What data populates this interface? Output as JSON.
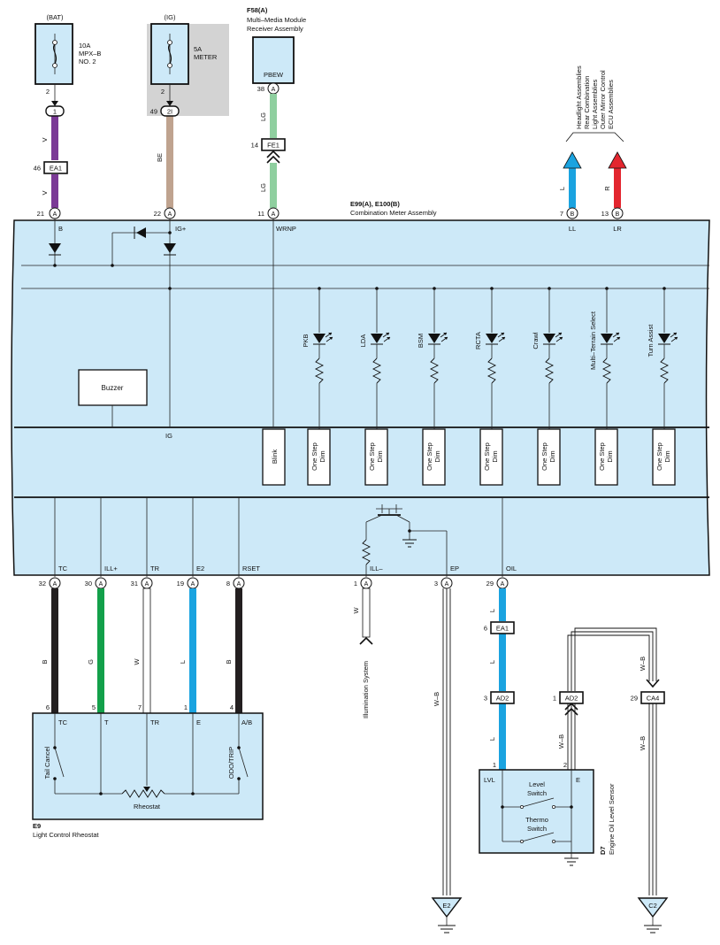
{
  "colors": {
    "module_bg": "#cde9f8",
    "fuse_bg": "#cde9f8",
    "ig_fuse_panel": "#d3d3d3",
    "wire_V": "#7b3a96",
    "wire_BE": "#bfa38f",
    "wire_LG": "#8fcf9f",
    "wire_L": "#1aa3e0",
    "wire_R": "#e3262f",
    "wire_G": "#13a04a",
    "wire_B": "#231f20"
  },
  "fuses": {
    "bat": {
      "source": "(BAT)",
      "line1": "10A",
      "line2": "MPX–B",
      "line3": "NO. 2",
      "pin": "2"
    },
    "ig": {
      "source": "(IG)",
      "line1": "5A",
      "line2": "METER",
      "pin": "2"
    }
  },
  "connectors": {
    "c1": "1",
    "c2I": "2I",
    "c2I_pin": "49",
    "ea1_top": "EA1",
    "ea1_top_pin": "46",
    "fe1": "FE1",
    "fe1_pin": "14",
    "ea1_low": "EA1",
    "ea1_low_pin": "6",
    "ad2_left": "AD2",
    "ad2_left_pin": "3",
    "ad2_right": "AD2",
    "ad2_right_pin": "1",
    "ca4": "CA4",
    "ca4_pin": "29"
  },
  "mmm": {
    "code": "F58(A)",
    "line1": "Multi–Media Module",
    "line2": "Receiver Assembly",
    "terminal": "PBEW",
    "pin": "38",
    "pin_letter": "A"
  },
  "meter": {
    "code": "E99(A), E100(B)",
    "name": "Combination Meter Assembly"
  },
  "top_pins": [
    {
      "num": "21",
      "letter": "A",
      "label": "B"
    },
    {
      "num": "22",
      "letter": "A",
      "label": "IG+"
    },
    {
      "num": "11",
      "letter": "A",
      "label": "WRNP"
    },
    {
      "num": "7",
      "letter": "B",
      "label": "LL"
    },
    {
      "num": "13",
      "letter": "B",
      "label": "LR"
    }
  ],
  "wire_labels": {
    "v": "V",
    "be": "BE",
    "lg": "LG",
    "l": "L",
    "r": "R",
    "b": "B",
    "g": "G",
    "w": "W",
    "wb": "W–B"
  },
  "headlight_targets": [
    "Headlight Assemblies",
    "Rear Combination",
    "Light Assemblies",
    "Outer Mirror Control",
    "ECU Assemblies"
  ],
  "leds": [
    "PKB",
    "LDA",
    "BSM",
    "RCTA",
    "Crawl",
    "Multi–Terrain Select",
    "Turn Assist"
  ],
  "buzzer": "Buzzer",
  "ig_label": "IG",
  "blink": "Blink",
  "dim_label_a": "One Step",
  "dim_label_b": "Dim",
  "bottom_pins": [
    {
      "num": "32",
      "letter": "A",
      "label": "TC"
    },
    {
      "num": "30",
      "letter": "A",
      "label": "ILL+"
    },
    {
      "num": "31",
      "letter": "A",
      "label": "TR"
    },
    {
      "num": "19",
      "letter": "A",
      "label": "E2"
    },
    {
      "num": "8",
      "letter": "A",
      "label": "RSET"
    },
    {
      "num": "1",
      "letter": "A",
      "label": "ILL–"
    },
    {
      "num": "3",
      "letter": "A",
      "label": "EP"
    },
    {
      "num": "29",
      "letter": "A",
      "label": "OIL"
    }
  ],
  "rheostat": {
    "code": "E9",
    "name": "Light Control Rheostat",
    "label": "Rheostat",
    "switch_left": "Tail Cancel",
    "switch_right": "ODO/TRIP",
    "pins": [
      {
        "num": "6",
        "label": "TC"
      },
      {
        "num": "5",
        "label": "T"
      },
      {
        "num": "7",
        "label": "TR"
      },
      {
        "num": "1",
        "label": "E"
      },
      {
        "num": "4",
        "label": "A/B"
      }
    ]
  },
  "illumination": "Illumination System",
  "sensor": {
    "code": "D7",
    "name": "Engine Oil Level Sensor",
    "lvl": "LVL",
    "e": "E",
    "pin1": "1",
    "pin2": "2",
    "level_sw_1": "Level",
    "level_sw_2": "Switch",
    "thermo_sw_1": "Thermo",
    "thermo_sw_2": "Switch"
  },
  "grounds": {
    "e2": "E2",
    "c2": "C2"
  }
}
